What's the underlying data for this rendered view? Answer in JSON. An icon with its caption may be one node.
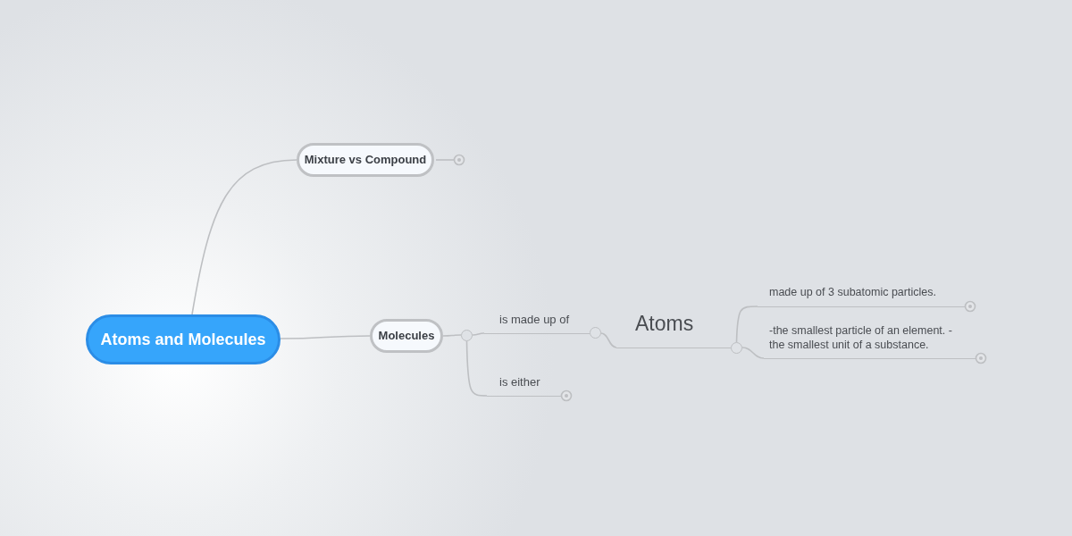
{
  "diagram": {
    "nodes": [
      {
        "text": [
          "Atoms and Molecules"
        ]
      },
      {
        "text": [
          "Mixture vs Compound"
        ]
      },
      {
        "text": [
          "Molecules"
        ]
      },
      {
        "text": [
          "is made up of"
        ]
      },
      {
        "text": [
          "Atoms"
        ]
      },
      {
        "text": [
          "made up of 3 subatomic particles."
        ]
      },
      {
        "text": [
          "-the smallest particle of an element. -the smallest unit of a substance."
        ]
      },
      {
        "text": [
          "is either"
        ]
      },
      {
        "text": [],
        "shape": "circle"
      },
      {
        "text": [],
        "shape": "circle"
      },
      {
        "text": [],
        "shape": "circle"
      }
    ],
    "edges": [
      {
        "from": 0,
        "to": 1,
        "arrow": "none"
      },
      {
        "from": 0,
        "to": 2,
        "arrow": "none"
      },
      {
        "from": 2,
        "to": 8,
        "arrow": "none"
      },
      {
        "from": 8,
        "to": 3,
        "arrow": "none"
      },
      {
        "from": 8,
        "to": 7,
        "arrow": "none"
      },
      {
        "from": 9,
        "to": 4,
        "arrow": "none"
      },
      {
        "from": 10,
        "to": 5,
        "arrow": "none"
      },
      {
        "from": 10,
        "to": 6,
        "arrow": "none"
      }
    ]
  }
}
